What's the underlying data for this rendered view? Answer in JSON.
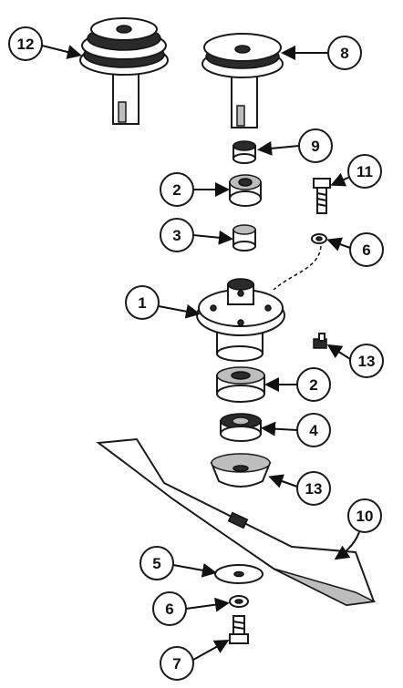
{
  "callouts": [
    {
      "id": "c12",
      "label": "12"
    },
    {
      "id": "c8",
      "label": "8"
    },
    {
      "id": "c9",
      "label": "9"
    },
    {
      "id": "c11",
      "label": "11"
    },
    {
      "id": "c2a",
      "label": "2"
    },
    {
      "id": "c3",
      "label": "3"
    },
    {
      "id": "c6a",
      "label": "6"
    },
    {
      "id": "c1",
      "label": "1"
    },
    {
      "id": "c13a",
      "label": "13"
    },
    {
      "id": "c2b",
      "label": "2"
    },
    {
      "id": "c4",
      "label": "4"
    },
    {
      "id": "c13b",
      "label": "13"
    },
    {
      "id": "c10",
      "label": "10"
    },
    {
      "id": "c5",
      "label": "5"
    },
    {
      "id": "c6b",
      "label": "6"
    },
    {
      "id": "c7",
      "label": "7"
    }
  ]
}
